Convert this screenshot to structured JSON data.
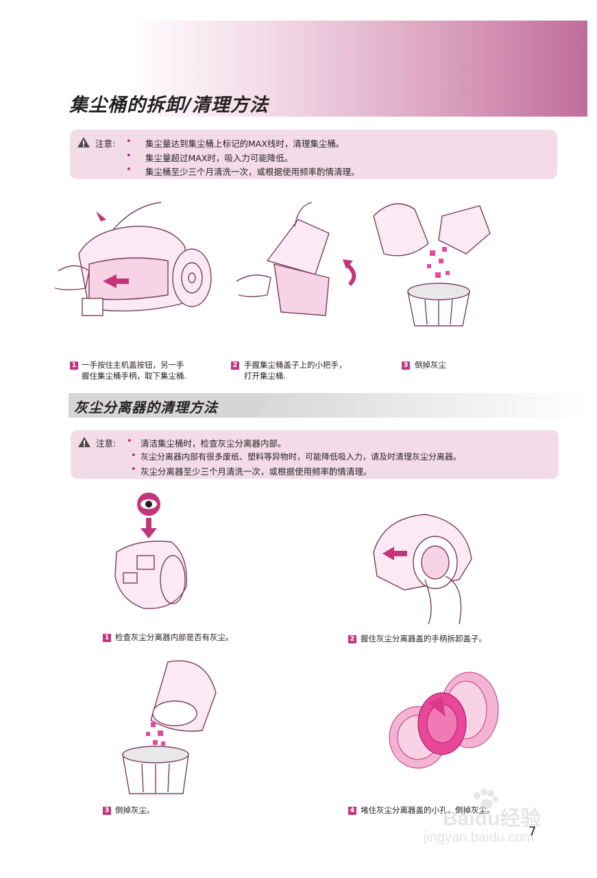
{
  "title": "集尘桶的拆卸/清理方法",
  "notice1": {
    "label": "注意:",
    "items": [
      "集尘量达到集尘桶上标记的MAX线时，清理集尘桶。",
      "集尘量超过MAX时，吸入力可能降低。",
      "集尘桶至少三个月清洗一次，或根据使用频率酌情清理。"
    ]
  },
  "steps1": [
    {
      "num": "1",
      "line1": "一手按住主机盖按钮，另一手",
      "line2": "握住集尘桶手柄，取下集尘桶."
    },
    {
      "num": "2",
      "line1": "手握集尘桶盖子上的小把手，",
      "line2": "打开集尘桶."
    },
    {
      "num": "3",
      "line1": "倒掉灰尘",
      "line2": ""
    }
  ],
  "section2_title": "灰尘分离器的清理方法",
  "notice2": {
    "label": "注意:",
    "items": [
      "清洁集尘桶时，检查灰尘分离器内部。",
      "灰尘分离器内部有很多废纸、塑料等异物时，可能降低吸入力，请及时清理灰尘分离器。",
      "灰尘分离器至少三个月清洗一次，或根据使用频率酌情清理。"
    ]
  },
  "steps2": [
    {
      "num": "1",
      "text": "检查灰尘分离器内部是否有灰尘。"
    },
    {
      "num": "2",
      "text": "握住灰尘分离器盖的手柄拆卸盖子。"
    },
    {
      "num": "3",
      "text": "倒掉灰尘。"
    },
    {
      "num": "4",
      "text": "堵住灰尘分离器盖的小孔，倒掉灰尘。"
    }
  ],
  "page_number": "7",
  "watermark": {
    "line1": "Baidu经验",
    "line2": "jingyan.baidu.com"
  },
  "colors": {
    "accent": "#c2357a",
    "notice_bg": "#f3dce8",
    "dust": "#e8479a"
  }
}
